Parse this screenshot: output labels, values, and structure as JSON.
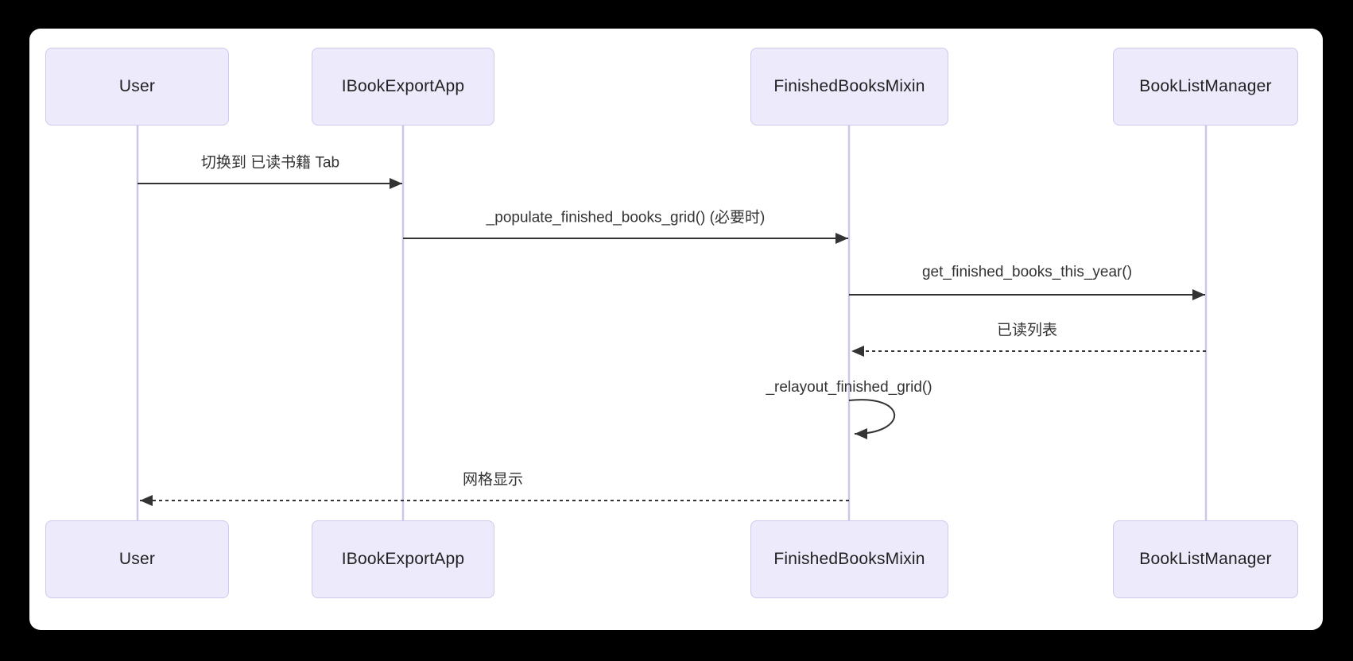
{
  "diagram": {
    "type": "sequence",
    "actors": [
      {
        "name": "User"
      },
      {
        "name": "IBookExportApp"
      },
      {
        "name": "FinishedBooksMixin"
      },
      {
        "name": "BookListManager"
      }
    ],
    "messages": [
      {
        "from": "User",
        "to": "IBookExportApp",
        "label": "切换到 已读书籍 Tab",
        "style": "solid"
      },
      {
        "from": "IBookExportApp",
        "to": "FinishedBooksMixin",
        "label": "_populate_finished_books_grid() (必要时)",
        "style": "solid"
      },
      {
        "from": "FinishedBooksMixin",
        "to": "BookListManager",
        "label": "get_finished_books_this_year()",
        "style": "solid"
      },
      {
        "from": "BookListManager",
        "to": "FinishedBooksMixin",
        "label": "已读列表",
        "style": "dashed"
      },
      {
        "from": "FinishedBooksMixin",
        "to": "FinishedBooksMixin",
        "label": "_relayout_finished_grid()",
        "style": "self"
      },
      {
        "from": "FinishedBooksMixin",
        "to": "User",
        "label": "网格显示",
        "style": "dashed"
      }
    ],
    "colors": {
      "page_bg": "#000000",
      "canvas_bg": "#ffffff",
      "actor_fill": "#eceafb",
      "actor_border": "#cfc9ee",
      "lifeline": "#ccc6e9",
      "arrow": "#333333",
      "msg_text": "#333333",
      "text": "#222222"
    }
  }
}
